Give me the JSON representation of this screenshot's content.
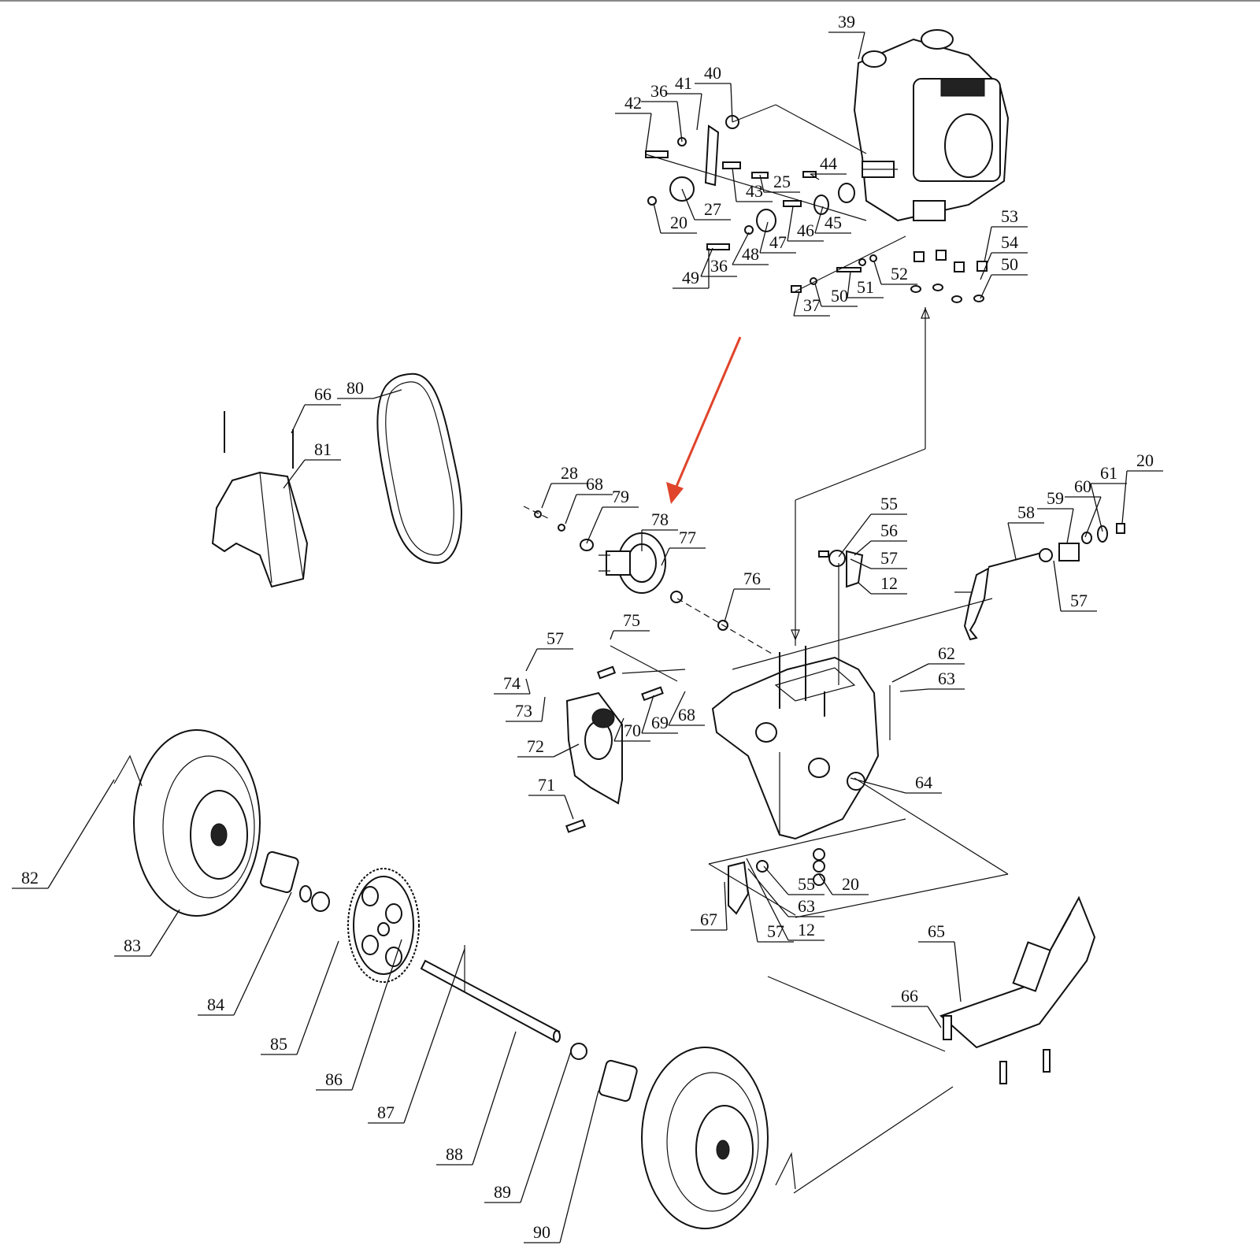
{
  "diagram": {
    "highlight_color": "#e0442a",
    "highlighted_callout": "78",
    "callouts": [
      "39",
      "40",
      "41",
      "36",
      "42",
      "44",
      "25",
      "43",
      "27",
      "20",
      "45",
      "46",
      "47",
      "48",
      "36",
      "49",
      "53",
      "54",
      "50",
      "52",
      "51",
      "50",
      "37",
      "80",
      "66",
      "81",
      "28",
      "68",
      "79",
      "78",
      "77",
      "76",
      "75",
      "55",
      "56",
      "57",
      "12",
      "58",
      "59",
      "60",
      "61",
      "20",
      "57",
      "62",
      "63",
      "57",
      "74",
      "73",
      "72",
      "70",
      "69",
      "68",
      "71",
      "64",
      "82",
      "83",
      "84",
      "85",
      "86",
      "87",
      "88",
      "89",
      "90",
      "67",
      "55",
      "63",
      "20",
      "12",
      "57",
      "65",
      "66"
    ]
  }
}
